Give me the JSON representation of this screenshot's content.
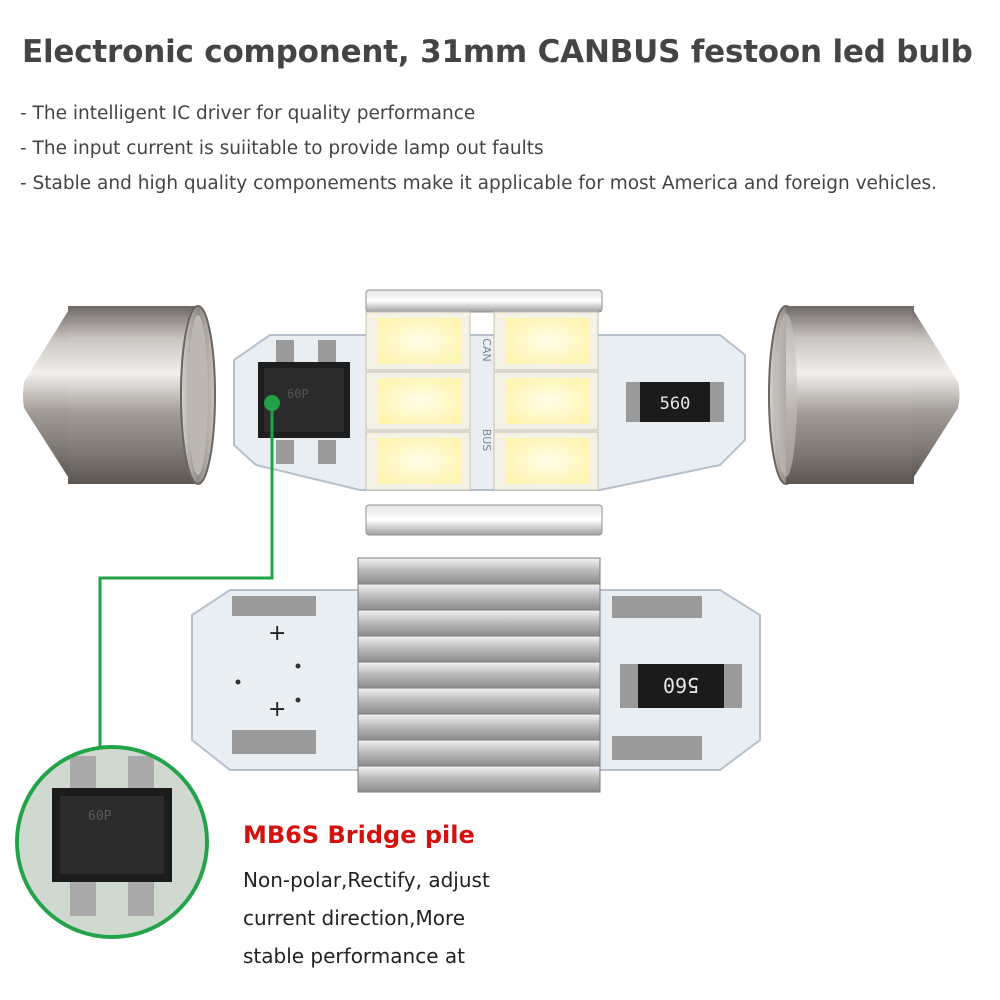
{
  "title": "Electronic component, 31mm CANBUS festoon led bulb",
  "bullets": [
    "- The intelligent IC driver for quality performance",
    "- The input current is suiitable to provide lamp out faults",
    "- Stable and high quality componements make it applicable for most America and foreign vehicles."
  ],
  "pcb_top": {
    "silkscreen_can": "CAN",
    "silkscreen_bus": "BUS",
    "resistor_label": "560",
    "chip_label": "60P"
  },
  "pcb_bottom": {
    "resistor_label": "560",
    "polarity_plus_1": "+",
    "polarity_plus_2": "+"
  },
  "zoom_chip_label": "60P",
  "callout": {
    "title": "MB6S Bridge pile",
    "lines": [
      "Non-polar,Rectify, adjust",
      "current direction,More",
      "stable performance at"
    ]
  },
  "colors": {
    "pcb": "#e9eef3",
    "callout_line": "#22a34a",
    "callout_title": "#d2120e",
    "led": "#fff8c8",
    "led_frame": "#f4f1e6"
  }
}
